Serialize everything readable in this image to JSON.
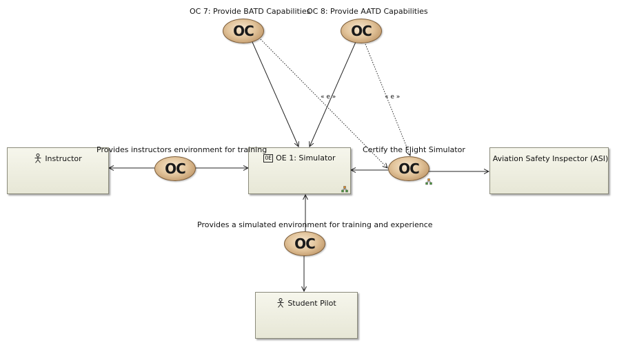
{
  "nodes": {
    "instructor": {
      "label": "Instructor"
    },
    "simulator": {
      "label": "OE 1: Simulator",
      "type_icon": "OE"
    },
    "asi": {
      "label": "Aviation Safety Inspector (ASI)"
    },
    "student_pilot": {
      "label": "Student Pilot"
    }
  },
  "capabilities": {
    "oc7": {
      "badge": "OC",
      "label": "OC 7: Provide BATD Capabilities"
    },
    "oc8": {
      "badge": "OC",
      "label": "OC 8: Provide AATD Capabilities"
    },
    "instructors_env": {
      "badge": "OC",
      "label": "Provides instructors environment for training"
    },
    "certify": {
      "badge": "OC",
      "label": "Certify the Flight Simulator"
    },
    "simulated_env": {
      "badge": "OC",
      "label": "Provides a simulated environment for training and experience"
    }
  },
  "stereotypes": {
    "e1": "« e »",
    "e2": "« e »"
  },
  "colors": {
    "box_fill": "#eeeee0",
    "box_border": "#8a8a7a",
    "oc_fill": "#e2c49b",
    "line": "#222222",
    "icon_green": "#4a9a3a",
    "icon_orange": "#e08a20"
  }
}
